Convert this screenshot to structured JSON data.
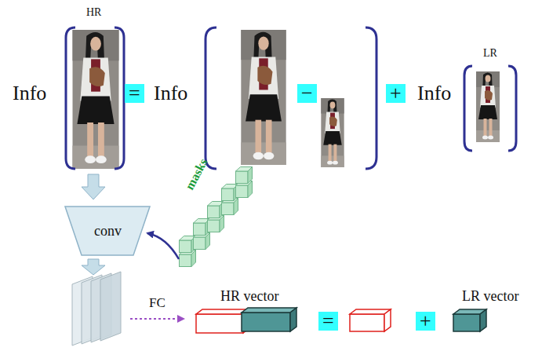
{
  "diagram": {
    "nodes": [
      {
        "text": [
          "="
        ]
      },
      {
        "text": [
          "−"
        ]
      },
      {
        "text": [
          "+"
        ]
      },
      {
        "text": [
          "conv"
        ]
      },
      {
        "text": [
          "="
        ]
      },
      {
        "text": [
          "+"
        ]
      }
    ],
    "labels": [
      "HR",
      "LR",
      "Info",
      "Info",
      "Info",
      "masks",
      "FC",
      "HR vector",
      "LR vector"
    ]
  }
}
